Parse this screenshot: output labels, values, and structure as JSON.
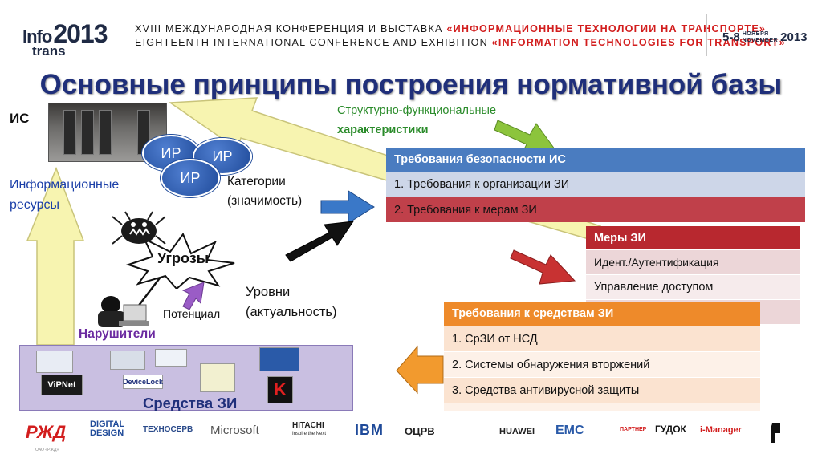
{
  "header": {
    "logo_top": "Info",
    "logo_year": "2013",
    "logo_bottom": "trans",
    "line1_prefix": "XVIII МЕЖДУНАРОДНАЯ КОНФЕРЕНЦИЯ И ВЫСТАВКА",
    "line1_highlight": "«ИНФОРМАЦИОННЫЕ ТЕХНОЛОГИИ НА ТРАНСПОРТЕ»",
    "line2_prefix": "EIGHTEENTH INTERNATIONAL CONFERENCE AND EXHIBITION",
    "line2_highlight": "«INFORMATION TECHNOLOGIES FOR TRANSPORT»",
    "date_days": "5-8",
    "date_month_ru": "НОЯБРЯ",
    "date_month_en": "NOVEMBER",
    "date_year": "2013"
  },
  "slide": {
    "title": "Основные принципы построения нормативной базы",
    "is_label": "ИС",
    "ir_label": "ИР",
    "info_resources_line1": "Информационные",
    "info_resources_line2": "ресурсы",
    "categories_line1": "Категории",
    "categories_line2": "(значимость)",
    "struct_line1": "Структурно-функциональные",
    "struct_line2": "характеристики",
    "threats": "Угрозы",
    "levels_line1": "Уровни",
    "levels_line2": "(актуальность)",
    "potential": "Потенциал",
    "violators": "Нарушители",
    "tools": "Средства ЗИ"
  },
  "security_requirements": {
    "header": "Требования безопасности ИС",
    "items": [
      "1. Требования к организации ЗИ",
      "2. Требования к мерам ЗИ"
    ]
  },
  "measures": {
    "header": "Меры ЗИ",
    "items": [
      "Идент./Аутентификация",
      "Управление доступом"
    ]
  },
  "tool_requirements": {
    "header": "Требования к средствам ЗИ",
    "items": [
      "1. СрЗИ от НСД",
      "2. Системы обнаружения вторжений",
      "3. Средства антивирусной защиты",
      "…"
    ]
  },
  "products": {
    "vipnet": "ViPNet",
    "devicelock": "DeviceLock",
    "kaspersky": "K"
  },
  "sponsors": {
    "rzd": "РЖД",
    "rzd_caption": "ОАО «РЖД»",
    "digital_design_1": "DIGITAL",
    "digital_design_2": "DESIGN",
    "technoserv": "ТЕХНОСЕРВ",
    "microsoft": "Microsoft",
    "hitachi_1": "HITACHI",
    "hitachi_2": "Inspire the Next",
    "ibm": "IBM",
    "olrv": "ОЦРВ",
    "huawei": "HUAWEI",
    "emc": "EMC",
    "partner": "ПАРТНЕР",
    "gudok": "ГУДОК",
    "imanager": "i-Manager"
  },
  "colors": {
    "title": "#1f2f7a",
    "blue_header": "#4a7cc0",
    "red_row": "#c0404a",
    "dark_red": "#b8282f",
    "orange": "#ee8a2a",
    "arrow_yellow": "#f7f4b0",
    "arrow_green": "#8cc43c",
    "arrow_blue": "#3a78c8",
    "arrow_red": "#c83232",
    "arrow_orange": "#f29a2e",
    "arrow_purple": "#9a5cc6",
    "tools_box": "#c9bfe1"
  }
}
